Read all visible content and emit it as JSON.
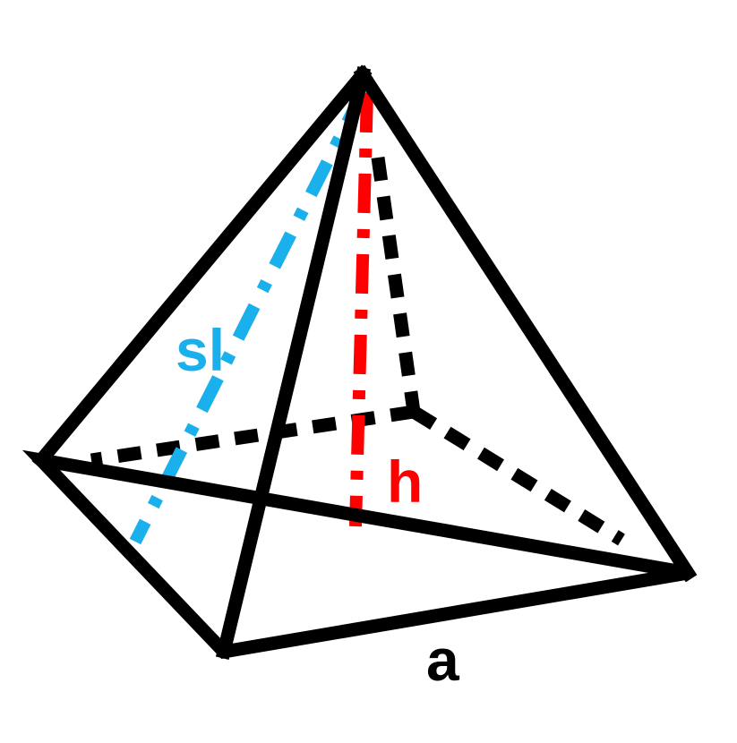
{
  "diagram": {
    "labels": {
      "slant_height": "sl",
      "height": "h",
      "base_edge": "a"
    },
    "colors": {
      "edges": "#000000",
      "hidden_edges": "#000000",
      "slant_height": "#1ab0ec",
      "height": "#ff0000"
    }
  }
}
